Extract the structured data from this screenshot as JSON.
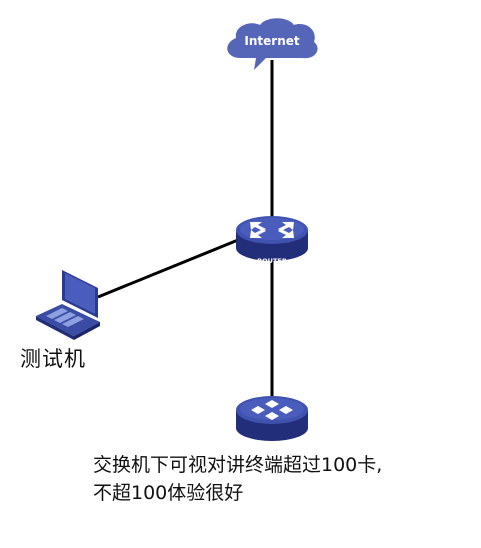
{
  "diagram": {
    "internet": {
      "label": "Internet"
    },
    "router": {
      "label": "ROUTER"
    },
    "laptop": {
      "label": "测试机"
    },
    "switch": {
      "note_lines": [
        "交换机下可视对讲终端超过100卡,",
        "不超100体验很好"
      ]
    },
    "colors": {
      "device_blue": "#3A4CA4",
      "device_dark": "#222E7A",
      "device_light": "#6776C8",
      "cloud": "#5566B8",
      "link": "#000000"
    }
  }
}
